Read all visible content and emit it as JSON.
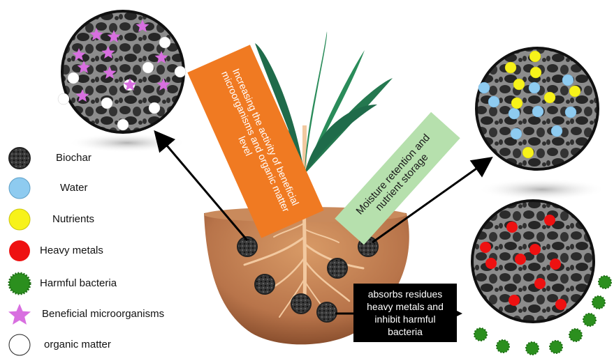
{
  "legend": [
    {
      "key": "biochar",
      "label": "Biochar",
      "color": "#333333"
    },
    {
      "key": "water",
      "label": "Water",
      "color": "#8ecbf0"
    },
    {
      "key": "nutrients",
      "label": "Nutrients",
      "color": "#f7f21a"
    },
    {
      "key": "heavy-metals",
      "label": "Heavy metals",
      "color": "#ee1111"
    },
    {
      "key": "harmful-bacteria",
      "label": "Harmful bacteria",
      "color": "#2b8f1e"
    },
    {
      "key": "beneficial-microorganisms",
      "label": "Beneficial microorganisms",
      "color": "#d86fe0"
    },
    {
      "key": "organic-matter",
      "label": "organic matter",
      "color": "#ffffff"
    }
  ],
  "notes": {
    "microbes": "Increasing the activity of beneficial microorganisms and organic matter level",
    "moisture": "Moisture retention and nutrient storage",
    "residues": "absorbs residues heavy metals and inhibit harmful bacteria"
  },
  "colors": {
    "orange_box": "#f07a22",
    "green_box": "#b6e0ad",
    "soil": "#b8784b",
    "root": "#f2c9a0",
    "leaf": "#1f6b4a"
  }
}
